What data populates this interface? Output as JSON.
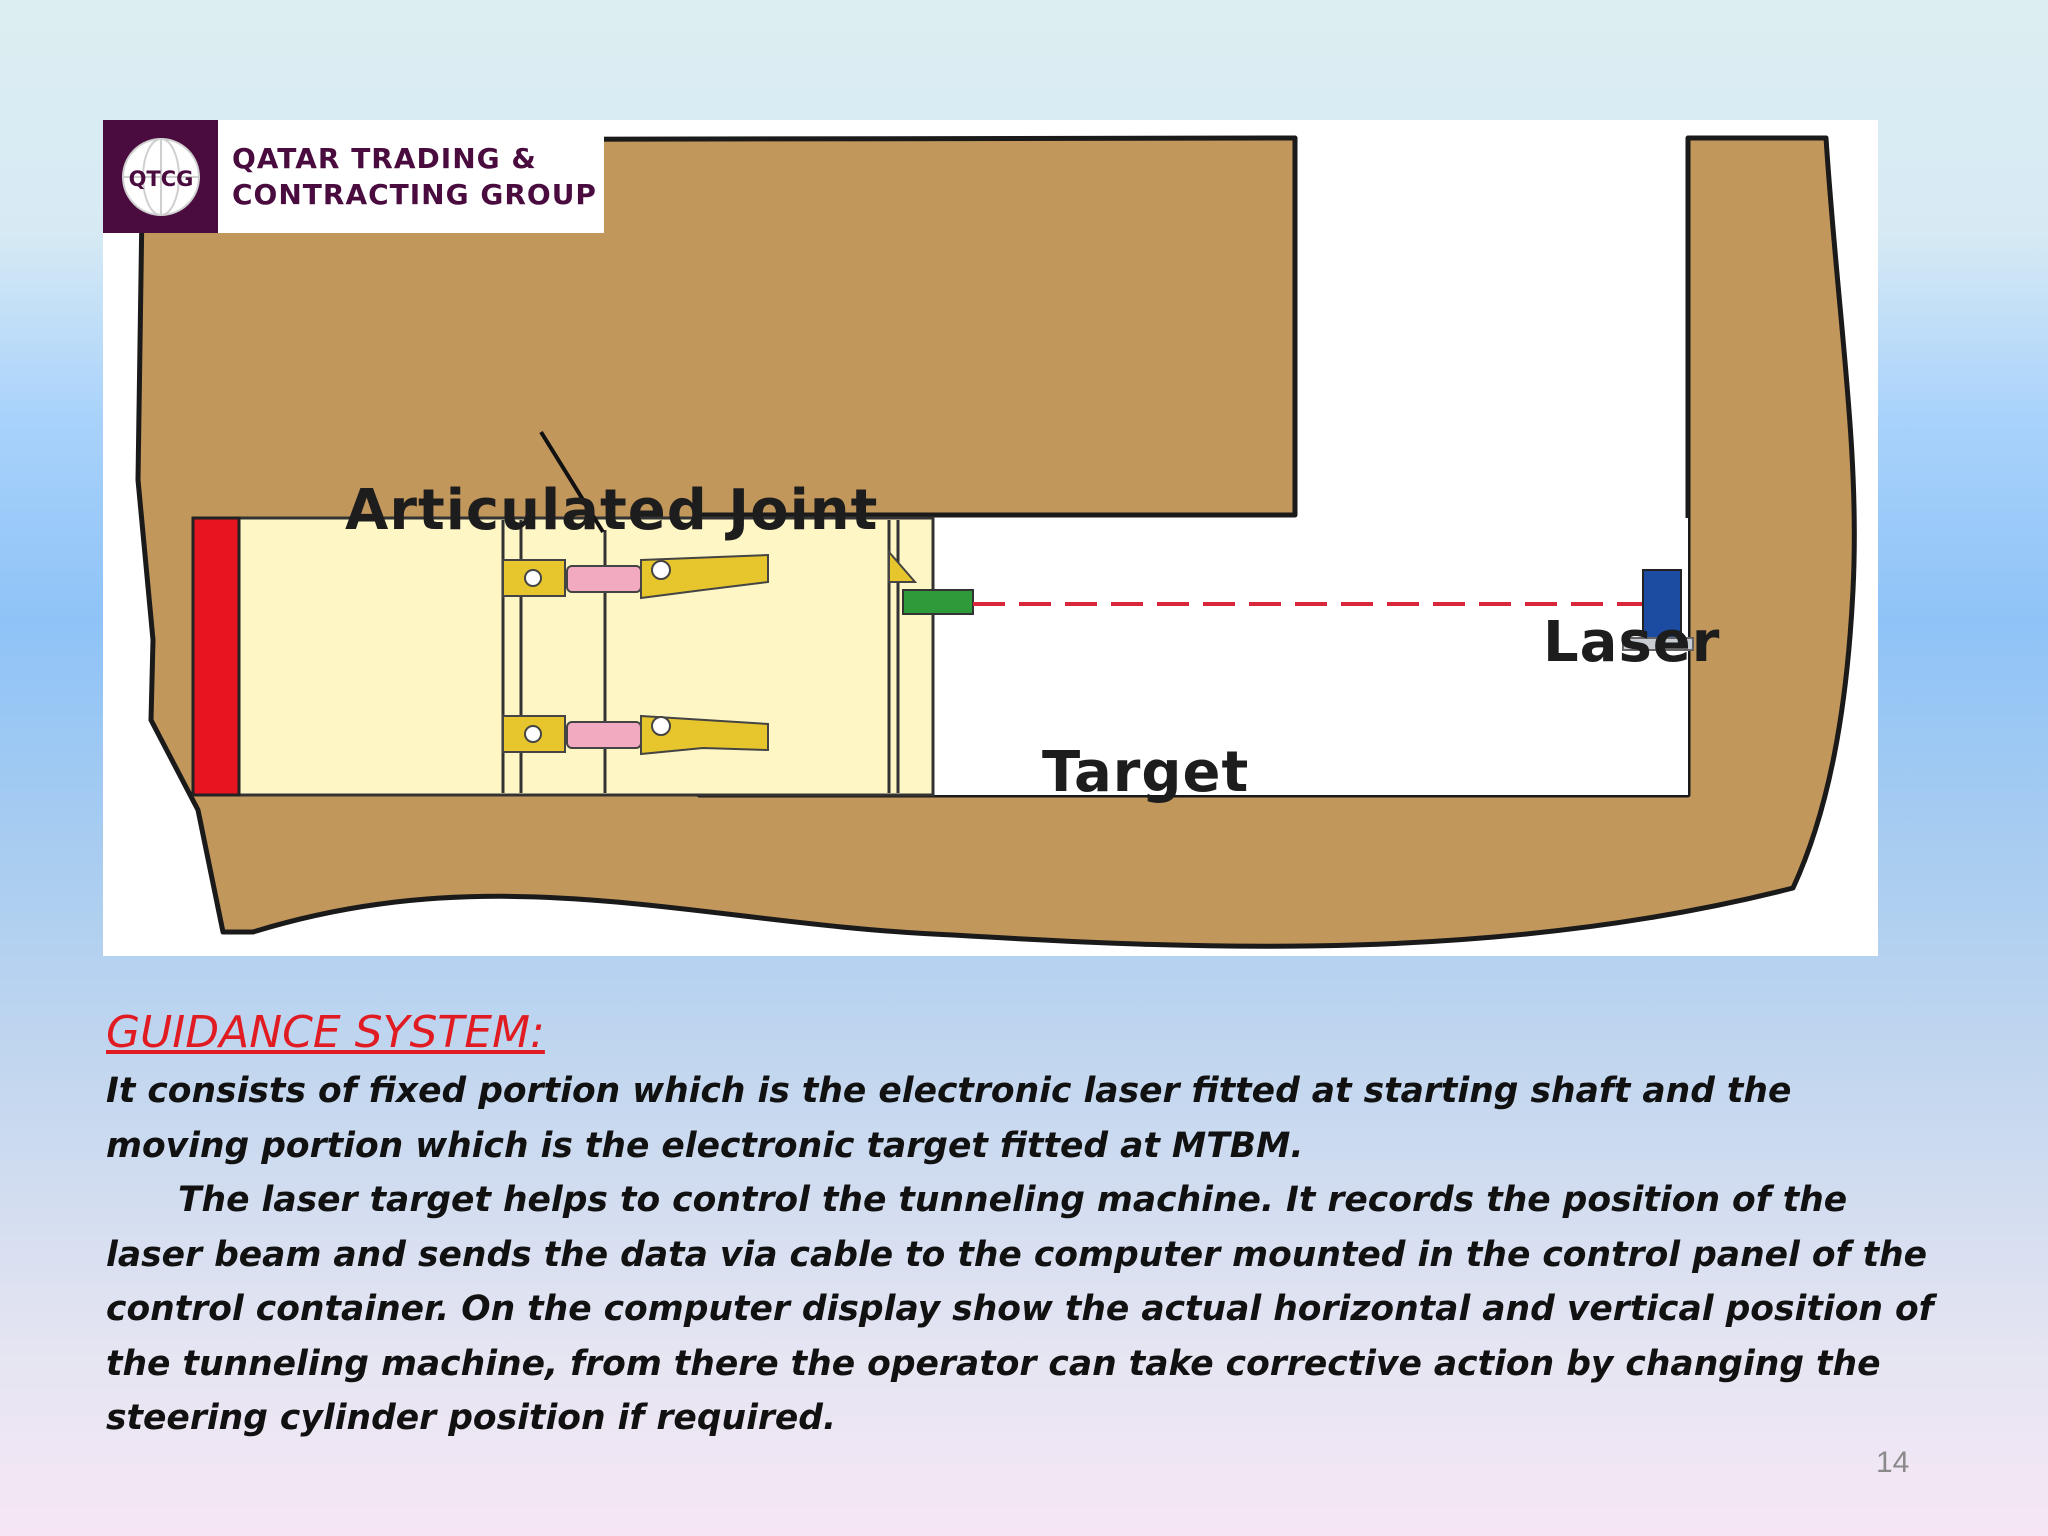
{
  "logo": {
    "emblem_text": "QTCG",
    "line1": "QATAR TRADING &",
    "line2": "CONTRACTING GROUP",
    "brand_color": "#4a0b3f",
    "icon": "globe-icon"
  },
  "diagram": {
    "labels": {
      "joint": "Articulated Joint",
      "laser": "Laser",
      "target": "Target"
    },
    "colors": {
      "soil": "#c2975c",
      "machine": "#fff6c5",
      "cutter_head": "#e8141f",
      "laser_beam": "#d8263b",
      "laser_unit": "#1c4ba2",
      "target": "#2f9a3a",
      "cylinder": "#f2aac0",
      "bracket": "#e6c62c"
    }
  },
  "content": {
    "heading": "GUIDANCE SYSTEM:",
    "paragraph1": "It consists of fixed portion which is the electronic laser fitted at starting shaft and the moving portion which is the electronic target fitted at MTBM.",
    "paragraph2": "The laser target helps to control the tunneling machine. It records the position of the laser beam and sends the data via cable to the computer mounted in the control panel of the control container. On the computer display show the actual horizontal and vertical position of the tunneling machine, from there the operator can take corrective action by changing the steering cylinder position if required."
  },
  "footer": {
    "page_number": "14"
  }
}
